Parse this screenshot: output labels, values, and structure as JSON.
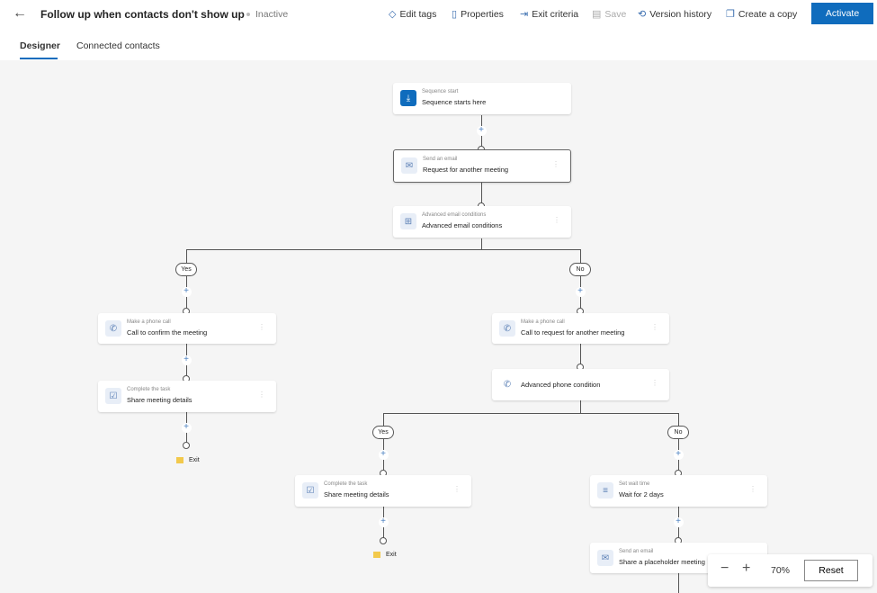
{
  "header": {
    "title": "Follow up when contacts don't show up",
    "status": "Inactive",
    "toolbar": {
      "edit_tags": "Edit tags",
      "properties": "Properties",
      "exit_criteria": "Exit criteria",
      "save": "Save",
      "version_history": "Version history",
      "create_copy": "Create a copy",
      "activate": "Activate"
    }
  },
  "tabs": [
    {
      "label": "Designer",
      "active": true
    },
    {
      "label": "Connected contacts",
      "active": false
    }
  ],
  "nodes": {
    "start": {
      "sub": "Sequence start",
      "main": "Sequence starts here",
      "icon": "sequence-start-icon"
    },
    "email1": {
      "sub": "Send an email",
      "main": "Request for another meeting",
      "icon": "email-icon"
    },
    "adv_email": {
      "sub": "Advanced email conditions",
      "main": "Advanced email conditions",
      "icon": "condition-icon"
    },
    "call1": {
      "sub": "Make a phone call",
      "main": "Call to confirm the meeting",
      "icon": "phone-icon"
    },
    "task1": {
      "sub": "Complete the task",
      "main": "Share meeting details",
      "icon": "task-icon"
    },
    "call2": {
      "sub": "Make a phone call",
      "main": "Call to request for another meeting",
      "icon": "phone-icon"
    },
    "adv_phone": {
      "main": "Advanced phone condition",
      "icon": "phone-condition-icon"
    },
    "task2": {
      "sub": "Complete the task",
      "main": "Share meeting details",
      "icon": "task-icon"
    },
    "wait": {
      "sub": "Set wait time",
      "main": "Wait for 2 days",
      "icon": "wait-icon"
    },
    "email2": {
      "sub": "Send an email",
      "main": "Share a placeholder meeting",
      "icon": "email-icon"
    }
  },
  "branches": {
    "yes": "Yes",
    "no": "No"
  },
  "exit_label": "Exit",
  "zoom": {
    "level": "70%",
    "reset": "Reset"
  },
  "colors": {
    "accent": "#0f6cbd",
    "canvas": "#f5f5f5"
  }
}
